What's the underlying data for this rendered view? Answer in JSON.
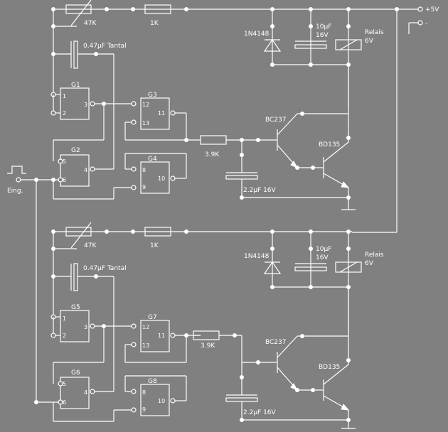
{
  "supply": {
    "plus": "+5V",
    "minus": "-"
  },
  "input": {
    "label": "Eing."
  },
  "stages": [
    {
      "potentiometer": "47K",
      "resistor_1k": "1K",
      "diode": "1N4148",
      "capacitor_elko": {
        "value": "10µF",
        "voltage": "16V"
      },
      "relay": {
        "name": "Relais",
        "voltage": "6V"
      },
      "timing_cap": "0.47µF Tantal",
      "gates": [
        {
          "name": "G1",
          "pins": [
            "1",
            "2",
            "3"
          ]
        },
        {
          "name": "G2",
          "pins": [
            "5",
            "6",
            "4"
          ]
        },
        {
          "name": "G3",
          "pins": [
            "12",
            "13",
            "11"
          ]
        },
        {
          "name": "G4",
          "pins": [
            "8",
            "9",
            "10"
          ]
        }
      ],
      "base_resistor": "3.9K",
      "filter_cap": "2.2µF 16V",
      "transistor_small": "BC237",
      "transistor_power": "BD135"
    },
    {
      "potentiometer": "47K",
      "resistor_1k": "1K",
      "diode": "1N4148",
      "capacitor_elko": {
        "value": "10µF",
        "voltage": "16V"
      },
      "relay": {
        "name": "Relais",
        "voltage": "6V"
      },
      "timing_cap": "0.47µF Tantal",
      "gates": [
        {
          "name": "G5",
          "pins": [
            "1",
            "2",
            "3"
          ]
        },
        {
          "name": "G6",
          "pins": [
            "5",
            "6",
            "4"
          ]
        },
        {
          "name": "G7",
          "pins": [
            "12",
            "13",
            "11"
          ]
        },
        {
          "name": "G8",
          "pins": [
            "8",
            "9",
            "10"
          ]
        }
      ],
      "base_resistor": "3.9K",
      "filter_cap": "2.2µF 16V",
      "transistor_small": "BC237",
      "transistor_power": "BD135"
    }
  ]
}
